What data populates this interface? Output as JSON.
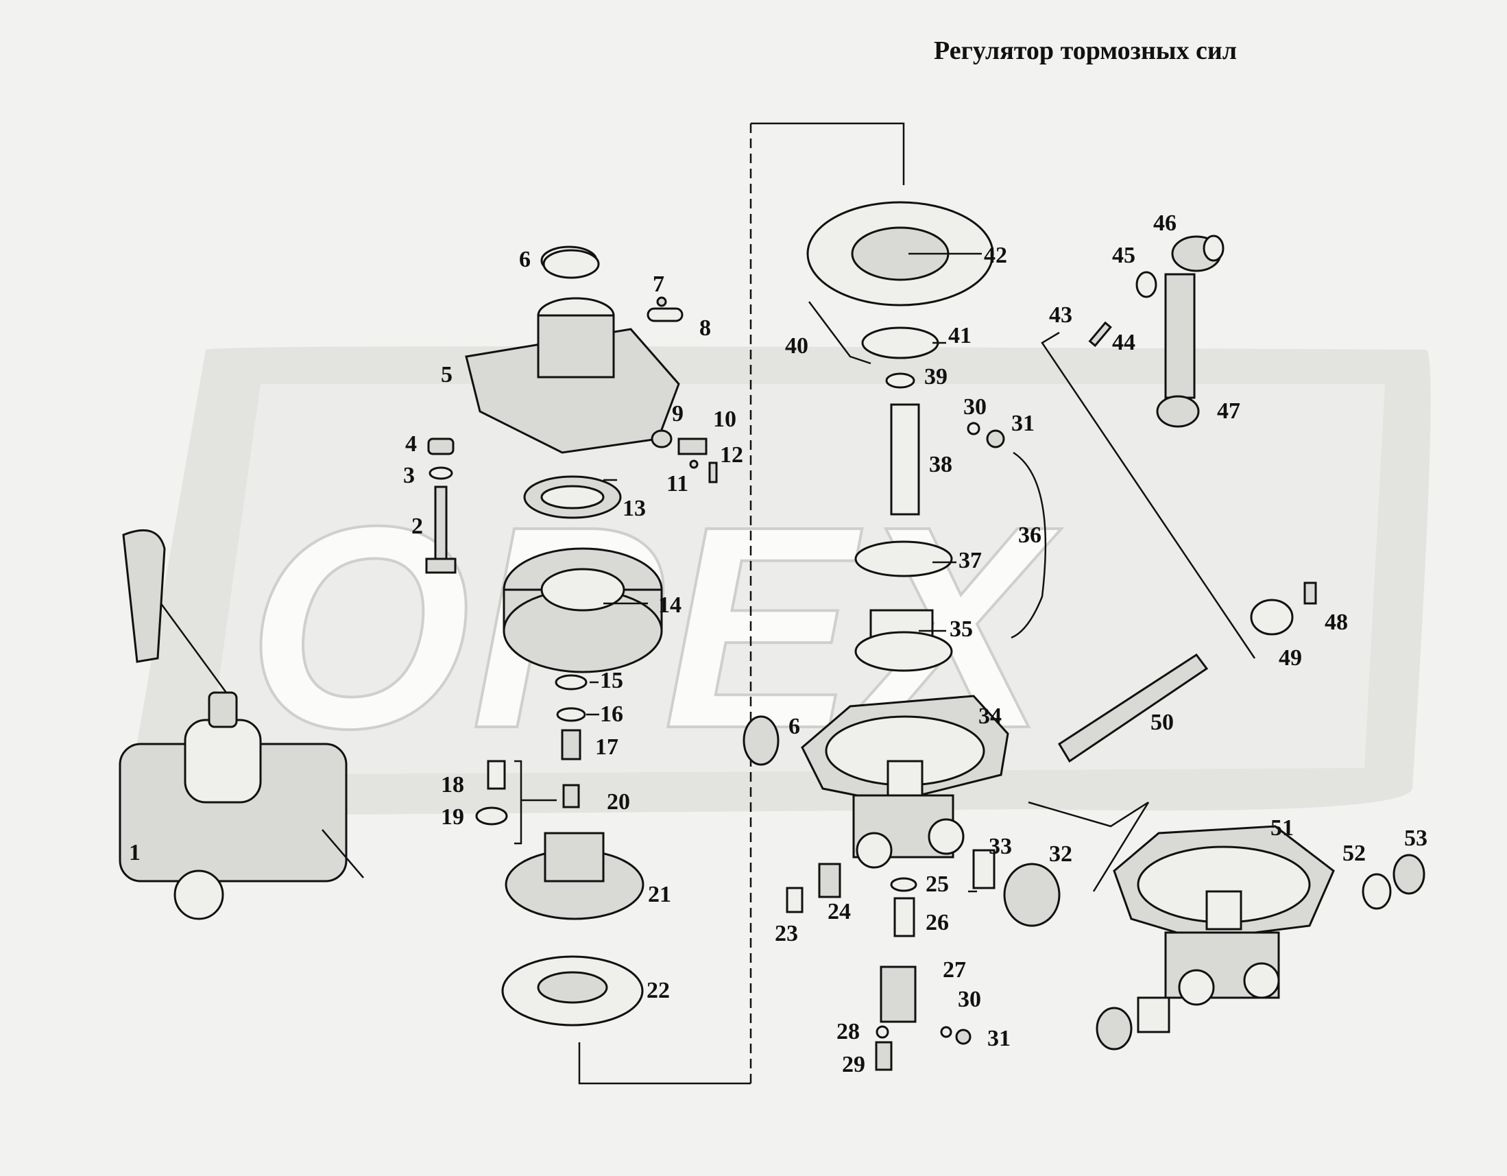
{
  "title": "Регулятор тормозных сил",
  "watermark": "OPEX",
  "colors": {
    "background": "#f2f2f0",
    "watermark": "#dededb",
    "ink": "#111111"
  },
  "callouts": [
    "1",
    "2",
    "3",
    "4",
    "5",
    "6",
    "7",
    "8",
    "9",
    "10",
    "11",
    "12",
    "13",
    "14",
    "15",
    "16",
    "17",
    "18",
    "19",
    "20",
    "21",
    "22",
    "23",
    "24",
    "25",
    "26",
    "27",
    "28",
    "29",
    "30",
    "31",
    "32",
    "33",
    "34",
    "35",
    "36",
    "37",
    "38",
    "39",
    "40",
    "41",
    "42",
    "43",
    "44",
    "45",
    "46",
    "47",
    "48",
    "49",
    "50",
    "51",
    "52",
    "53",
    "6",
    "30",
    "31"
  ]
}
